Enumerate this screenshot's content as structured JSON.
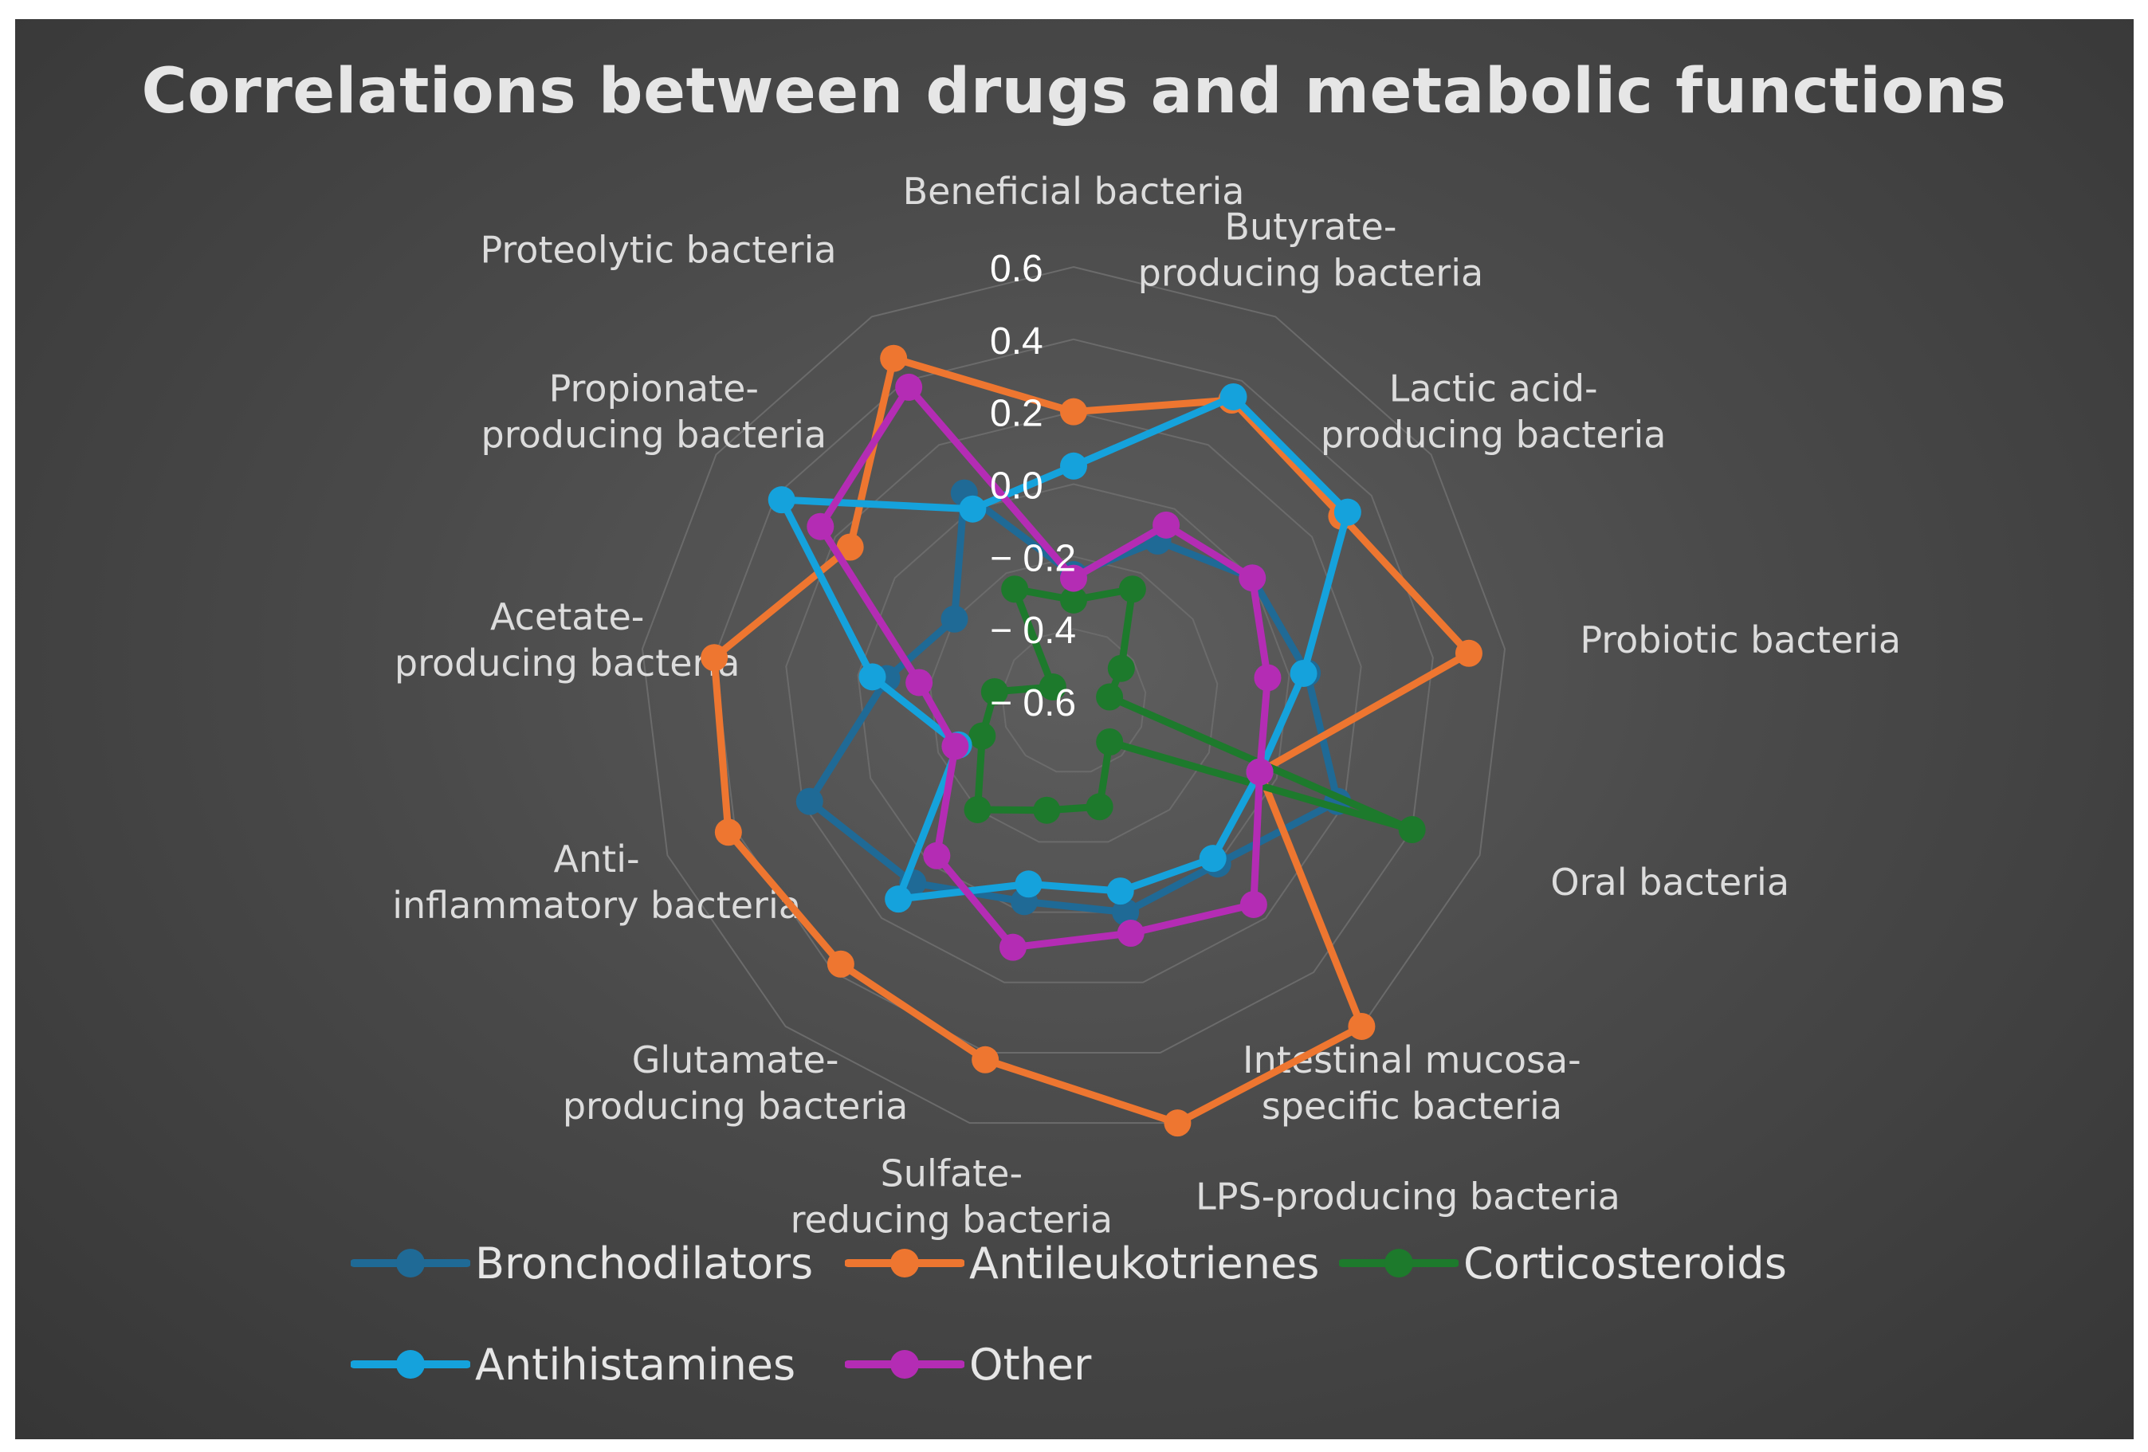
{
  "chart_data": {
    "type": "radar",
    "title": "Correlations between drugs and metabolic functions",
    "categories": [
      "Beneficial bacteria",
      "Butyrate-producing bacteria",
      "Lactic acid-producing bacteria",
      "Probiotic bacteria",
      "Oral bacteria",
      "Intestinal mucosa-specific bacteria",
      "LPS-producing bacteria",
      "Sulfate-reducing bacteria",
      "Glutamate-producing bacteria",
      "Anti-inflammatory bacteria",
      "Acetate-producing bacteria",
      "Propionate-producing bacteria",
      "Proteolytic bacteria"
    ],
    "axis": {
      "range": [
        -0.6,
        0.6
      ],
      "ticks": [
        0.6,
        0.4,
        0.2,
        0.0,
        -0.2,
        -0.4,
        -0.6
      ],
      "tick_labels": [
        "0.6",
        "0.4",
        "0.2",
        "0.0",
        "− 0.2",
        "− 0.4",
        "− 0.6"
      ]
    },
    "grid": true,
    "legend_position": "bottom",
    "series": [
      {
        "name": "Bronchodilators",
        "color": "#1f6a96",
        "values": [
          -0.25,
          -0.1,
          0.0,
          0.05,
          0.18,
          0.0,
          0.0,
          -0.03,
          0.07,
          0.18,
          -0.08,
          -0.2,
          0.05
        ]
      },
      {
        "name": "Antileukotrienes",
        "color": "#ee7630",
        "values": [
          0.2,
          0.34,
          0.3,
          0.5,
          -0.05,
          0.6,
          0.6,
          0.42,
          0.37,
          0.42,
          0.4,
          0.15,
          0.47
        ]
      },
      {
        "name": "Corticosteroids",
        "color": "#1d7a2c",
        "values": [
          -0.32,
          -0.25,
          -0.44,
          -0.5,
          0.4,
          -0.45,
          -0.3,
          -0.29,
          -0.2,
          -0.33,
          -0.38,
          -0.53,
          -0.25
        ]
      },
      {
        "name": "Antihistamines",
        "color": "#15a2dc",
        "values": [
          0.05,
          0.35,
          0.32,
          0.04,
          -0.05,
          -0.02,
          -0.06,
          -0.08,
          0.13,
          -0.26,
          -0.04,
          0.38,
          0.0
        ]
      },
      {
        "name": "Other",
        "color": "#b42cb4",
        "values": [
          -0.26,
          -0.05,
          0.0,
          -0.06,
          -0.05,
          0.15,
          0.06,
          0.1,
          -0.03,
          -0.25,
          -0.17,
          0.25,
          0.38
        ]
      }
    ]
  }
}
